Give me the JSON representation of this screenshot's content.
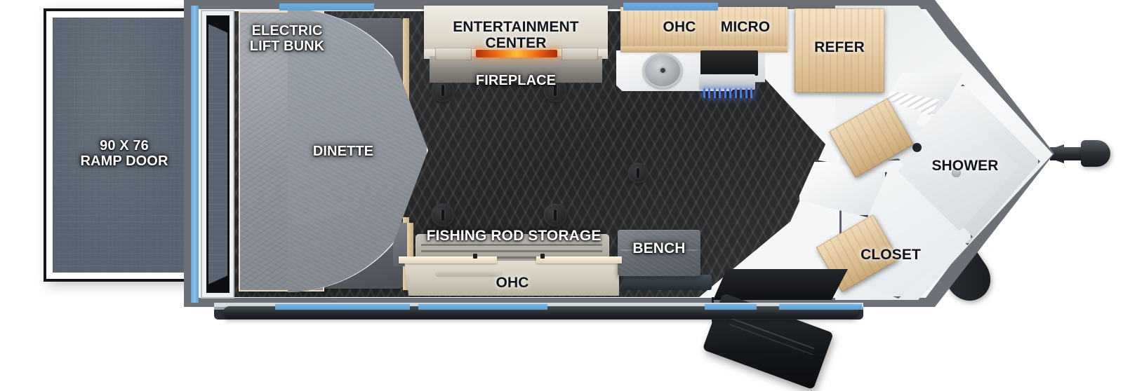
{
  "floorplan": {
    "type": "travel-trailer-toy-hauler-floorplan",
    "view": "top-down",
    "colors": {
      "exterior_shell": "#6d7076",
      "interior_floor_wall": "#f4f6f7",
      "cargo_floor_diamond_plate": "#2a2b2d",
      "accent_blue": "#6aa9db",
      "wood_cabinet": "#e3c79e",
      "bunk_gray": "#8d9299",
      "fireplace_glow": "#e85d10",
      "ramp_door_panel": "#596470",
      "upholstery_gray": "#62676e",
      "counter_white": "#e6e9ec"
    },
    "labels": {
      "ramp_door": "90 X 76\nRAMP DOOR",
      "electric_lift_bunk": "ELECTRIC\nLIFT BUNK",
      "dinette": "DINETTE",
      "entertainment_center": "ENTERTAINMENT CENTER",
      "fireplace": "FIREPLACE",
      "overhead_cabinet_kitchen": "OHC",
      "microwave": "MICRO",
      "refrigerator": "REFER",
      "shower": "SHOWER",
      "closet": "CLOSET",
      "fishing_rod_storage": "FISHING ROD STORAGE",
      "overhead_cabinet_lower": "OHC",
      "bench": "BENCH"
    },
    "dimensions": {
      "ramp_door_width_in": 90,
      "ramp_door_height_in": 76
    },
    "features": [
      "rear ramp door (open)",
      "electric lift bunk over dinette",
      "dinette with table",
      "entertainment center with fireplace",
      "kitchen with sink, cooktop, microwave and overhead cabinet",
      "refrigerator",
      "corner shower and toilet in V-nose",
      "closet",
      "fishing rod storage with overhead cabinet",
      "bench seat",
      "entry door with step",
      "single axle tire",
      "A-frame hitch coupler"
    ]
  }
}
